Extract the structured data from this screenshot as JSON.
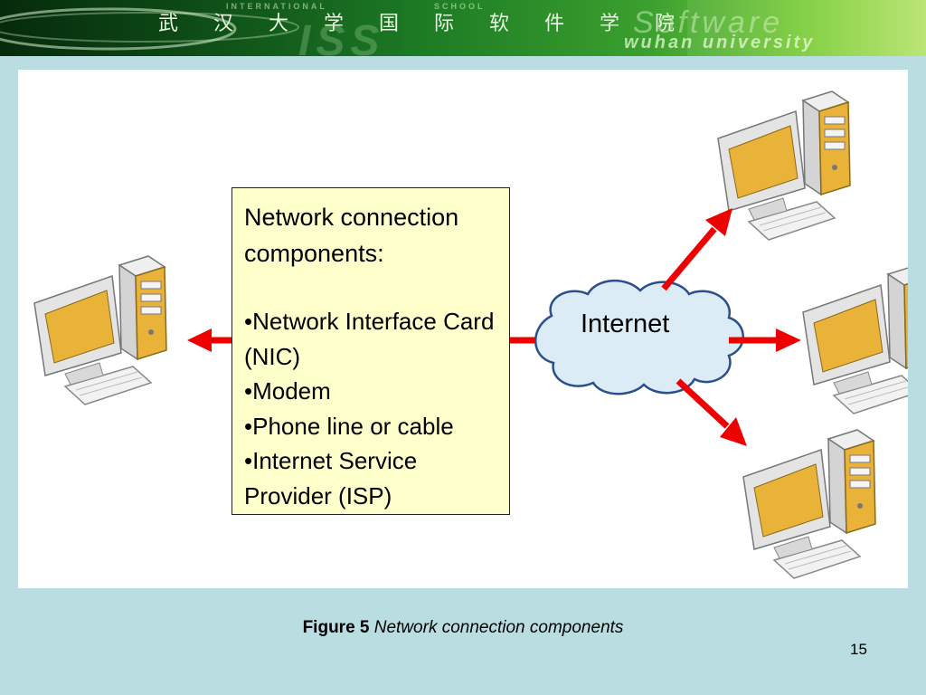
{
  "header": {
    "title_cn": "武 汉 大 学 国 际 软 件 学 院",
    "sub_top": "INTERNATIONAL",
    "sub_school": "SCHOOL",
    "brand_software": "Software",
    "brand_wuhan": "wuhan university",
    "brand_letters": "ISS"
  },
  "diagram": {
    "textbox": {
      "heading_line1": "Network connection",
      "heading_line2": "components:",
      "items": [
        "•Network Interface Card",
        "(NIC)",
        "•Modem",
        "•Phone line or cable",
        "•Internet Service",
        "Provider (ISP)"
      ]
    },
    "cloud_label": "Internet",
    "colors": {
      "arrow": "#ee0000",
      "cloud_fill": "#dcecf7",
      "monitor_screen": "#e9b33a",
      "textbox_fill": "#ffffcc"
    },
    "icons": [
      "desktop-computer-icon",
      "internet-cloud-icon",
      "arrow-icon"
    ]
  },
  "caption": {
    "label": "Figure 5",
    "text": "Network connection components"
  },
  "page_number": "15"
}
